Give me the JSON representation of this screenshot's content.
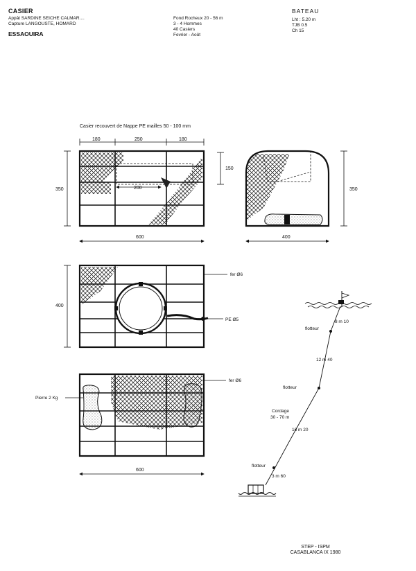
{
  "header": {
    "title": "CASIER",
    "bait": "Appât SARDINE SEICHE CALMAR....",
    "catch": "Capture LANGOUSTE, HOMARD",
    "place": "ESSAOUIRA",
    "conditions": [
      "Fond Rocheux 20 - 56 m",
      "3 - 4 Hommes",
      "40 Casiers",
      "Fevrier - Août"
    ],
    "boat_title": "BATEAU",
    "boat_specs": [
      "Lht : 5.20 m",
      "TJB 0.5",
      "Ch 15"
    ]
  },
  "drawing": {
    "caption": "Casier recouvert de Nappe PE mailles 50 - 100 mm",
    "top_view": {
      "dims_top": [
        "180",
        "250",
        "180"
      ],
      "dim_inner_h": "150",
      "dim_inner_w": "200",
      "dim_height": "350",
      "dim_width": "600"
    },
    "side_view": {
      "dim_height": "350",
      "dim_width": "400"
    },
    "plan_view": {
      "dim_height": "400",
      "label_iron": "fer Ø6",
      "label_pe": "PE Ø5"
    },
    "bottom_view": {
      "label_iron": "fer Ø6",
      "label_stone": "Pierre 2 Kg",
      "dim_width": "600"
    },
    "rig": {
      "float_label": "flotteur",
      "seg_top": "8 m 10",
      "seg_2": "12 m 40",
      "cordage": "Cordage",
      "cordage_len": "30 - 70 m",
      "seg_3": "16 m 20",
      "seg_bottom": "3 m 60"
    }
  },
  "footer": {
    "line1": "STEP - ISPM",
    "line2": "CASABLANCA  IX  1980"
  }
}
